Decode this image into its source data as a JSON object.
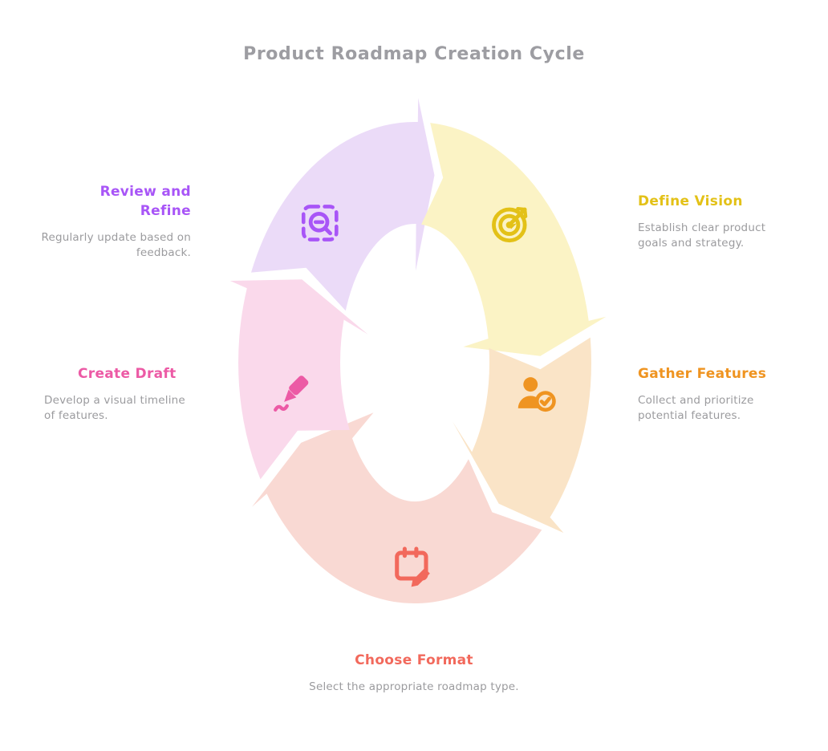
{
  "title": "Product Roadmap Creation Cycle",
  "stages": [
    {
      "label": "Define Vision",
      "description": "Establish clear product goals and strategy.",
      "color": "#e3c117",
      "segment_color": "#fbf3c5",
      "icon": "target-icon"
    },
    {
      "label": "Gather Features",
      "description": "Collect and prioritize potential features.",
      "color": "#ef9421",
      "segment_color": "#fae4c7",
      "icon": "person-check-icon"
    },
    {
      "label": "Choose Format",
      "description": "Select the appropriate roadmap type.",
      "color": "#f2695c",
      "segment_color": "#f9d9d3",
      "icon": "calendar-edit-icon"
    },
    {
      "label": "Create Draft",
      "description": "Develop a visual timeline of features.",
      "color": "#ec5aa5",
      "segment_color": "#fad9eb",
      "icon": "marker-pen-icon"
    },
    {
      "label": "Review and Refine",
      "description": "Regularly update based on feedback.",
      "color": "#a855f7",
      "segment_color": "#ebdbf8",
      "icon": "zoom-selection-icon"
    }
  ]
}
